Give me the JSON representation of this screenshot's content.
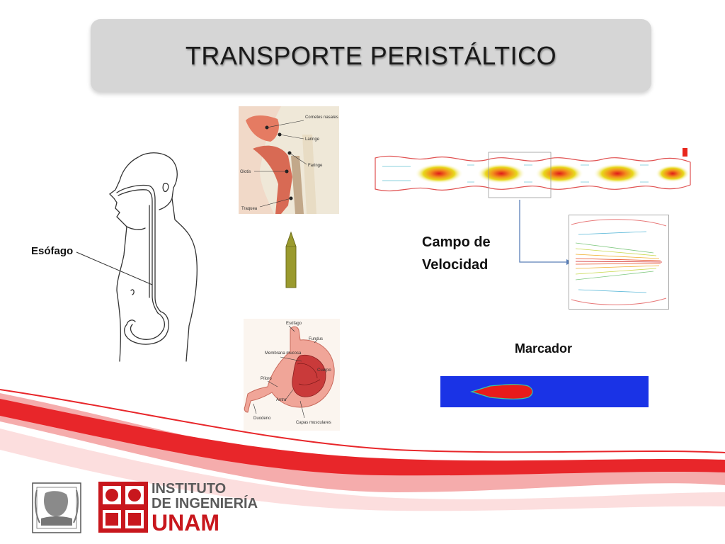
{
  "slide": {
    "title": "TRANSPORTE PERISTÁLTICO",
    "labels": {
      "esofago": "Esófago",
      "campo_line1": "Campo de",
      "campo_line2": "Velocidad",
      "marcador": "Marcador"
    }
  },
  "head_diagram": {
    "labels": [
      "Cornetes nasales",
      "Laringe",
      "Faringe",
      "Glotis",
      "Traquea"
    ]
  },
  "stomach_diagram": {
    "labels": [
      "Esófago",
      "Fundus",
      "Membrana mucosa",
      "Cuerpo",
      "Píloro",
      "Antro",
      "Duodeno",
      "Capas musculares"
    ]
  },
  "footer": {
    "institute_line1": "INSTITUTO",
    "institute_line2": "DE INGENIERÍA",
    "institute_line3": "UNAM"
  },
  "colors": {
    "title_bg": "#d6d6d6",
    "wave_red": "#e8262a",
    "wave_light": "#f4a3a3",
    "logo_red": "#c8171d",
    "marker_blue": "#1a33e6",
    "marker_red": "#e81b1b",
    "capsule": "#9a9a2e"
  }
}
